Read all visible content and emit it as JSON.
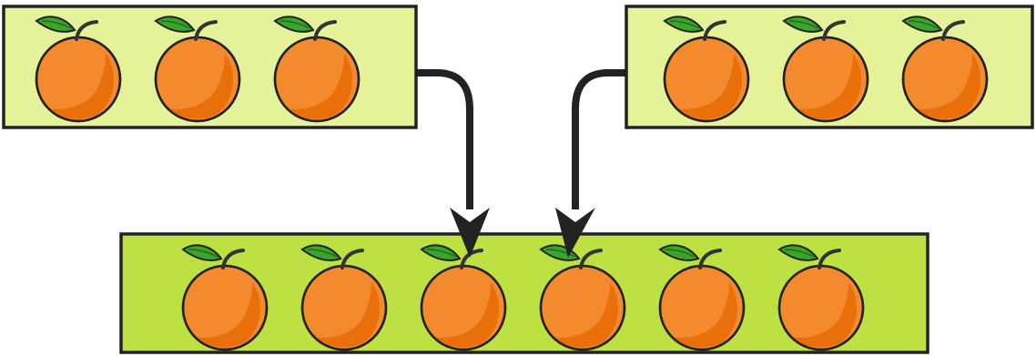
{
  "diagram": {
    "groups": [
      {
        "id": "left-group",
        "role": "addend",
        "item": "orange",
        "count": 3,
        "fill": "#e6f299"
      },
      {
        "id": "right-group",
        "role": "addend",
        "item": "orange",
        "count": 3,
        "fill": "#e6f299"
      },
      {
        "id": "total-group",
        "role": "sum",
        "item": "orange",
        "count": 6,
        "fill": "#bde042"
      }
    ],
    "arrows": [
      {
        "from": "left-group",
        "to": "total-group"
      },
      {
        "from": "right-group",
        "to": "total-group"
      }
    ],
    "colors": {
      "border": "#222222",
      "arrow": "#222222",
      "orange_body": "#f38a2e",
      "orange_shade": "#e96f0b",
      "leaf": "#3aa52a",
      "stem": "#333333"
    },
    "icons": [
      "orange-fruit-icon",
      "leaf-icon"
    ]
  }
}
